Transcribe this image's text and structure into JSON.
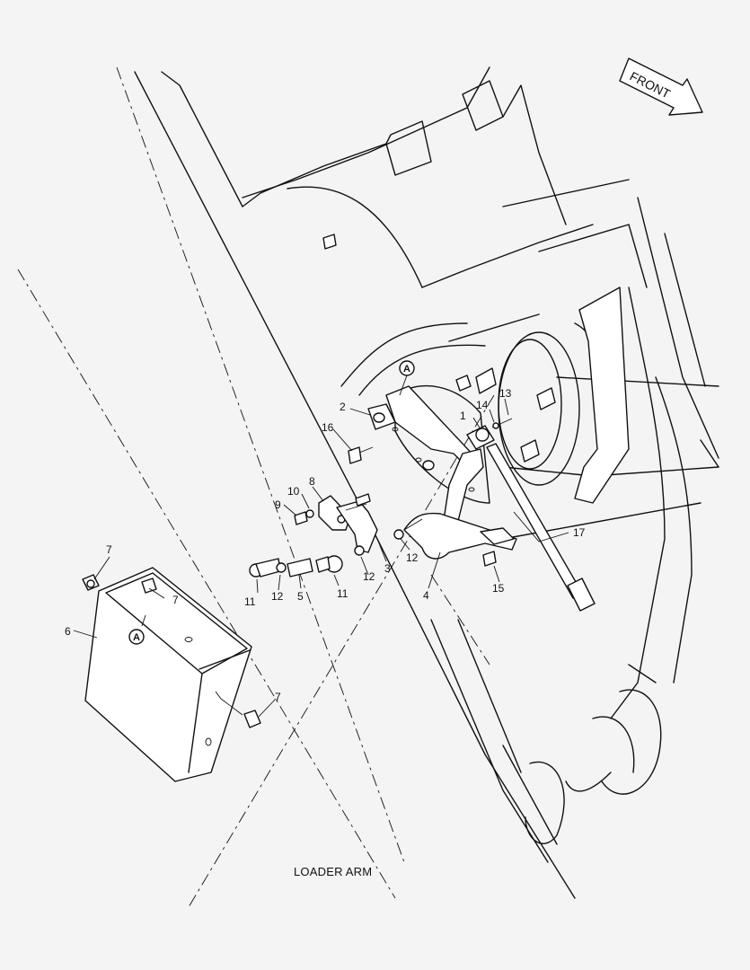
{
  "direction_label": "FRONT",
  "caption": "LOADER ARM",
  "reference_marks": [
    "A",
    "A"
  ],
  "callouts": [
    "1",
    "2",
    "3",
    "4",
    "5",
    "6",
    "7",
    "7",
    "7",
    "8",
    "9",
    "10",
    "11",
    "11",
    "12",
    "12",
    "12",
    "13",
    "14",
    "15",
    "16",
    "17"
  ]
}
